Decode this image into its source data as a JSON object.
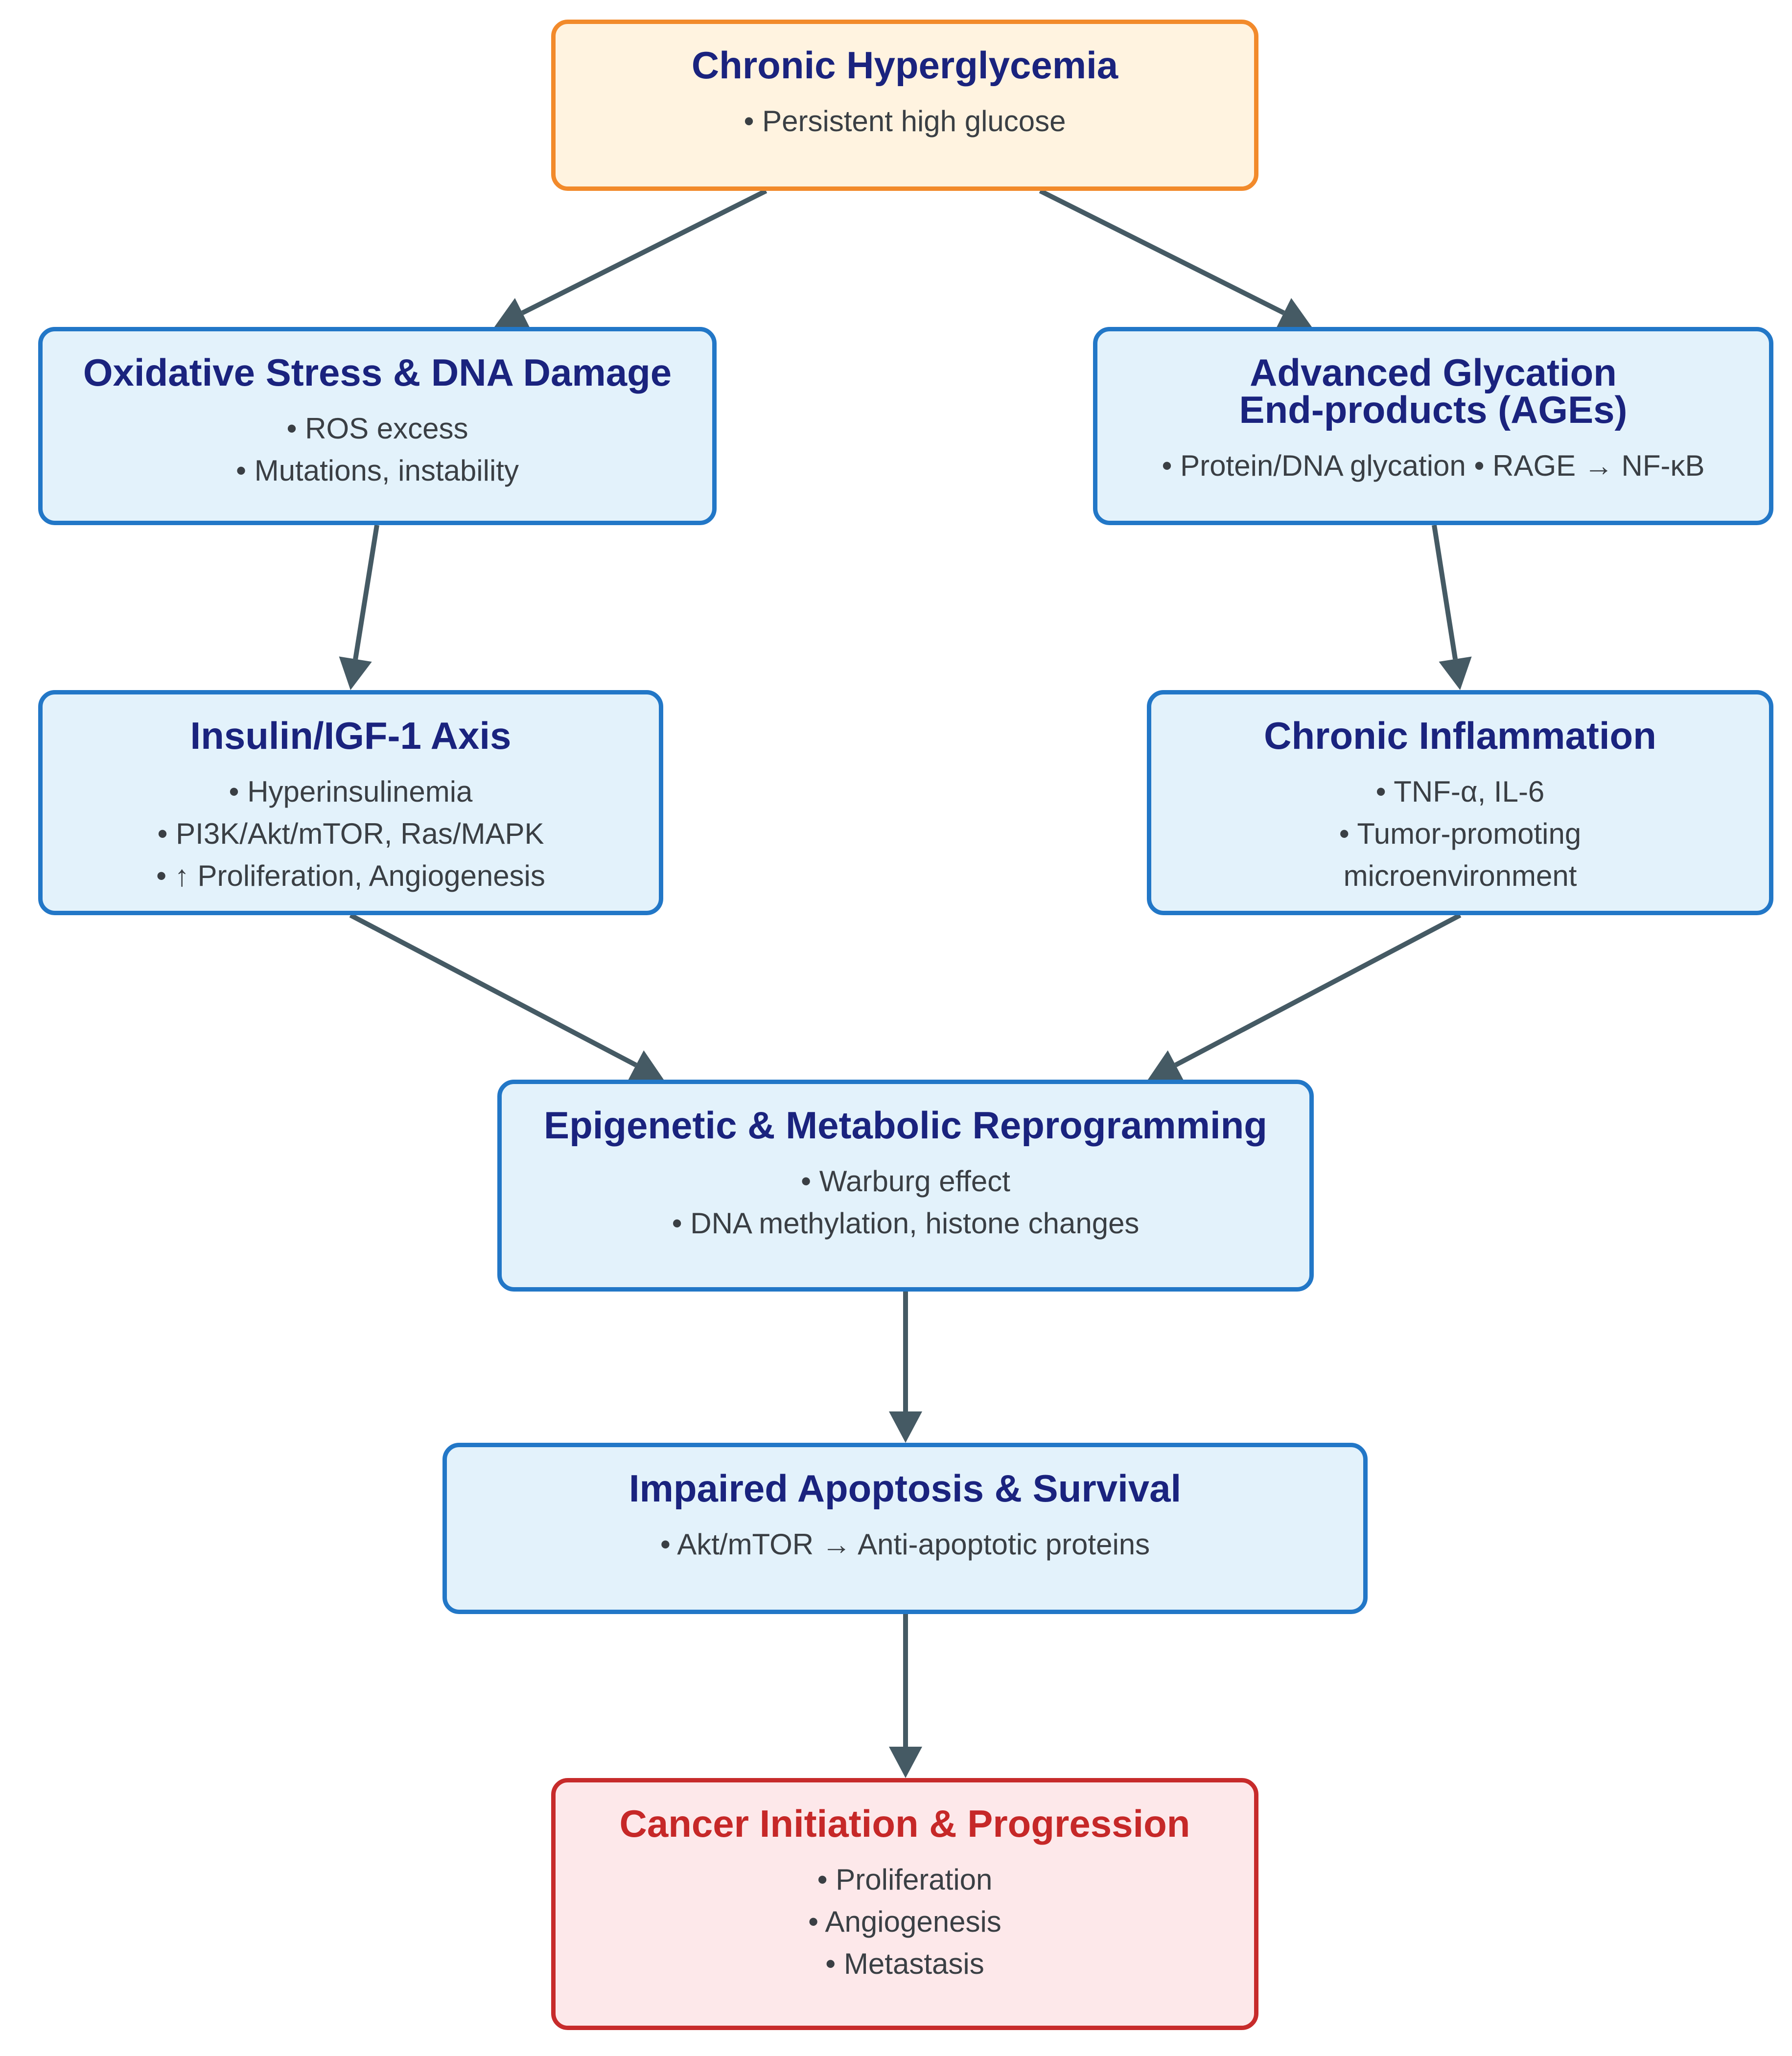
{
  "colors": {
    "arrow": "#455a64",
    "default_border": "#2277c7",
    "default_fill": "#e3f2fb",
    "start_border": "#f28a2b",
    "start_fill": "#fff3e0",
    "end_border": "#c72b2b",
    "end_fill": "#fde8ea",
    "title_text": "#1a237e",
    "end_title_text": "#c62828",
    "body_text": "#3a3f44"
  },
  "nodes": {
    "hyperglycemia": {
      "title": "Chronic Hyperglycemia",
      "items": [
        "• Persistent high glucose"
      ]
    },
    "oxidative": {
      "title": "Oxidative Stress & DNA Damage",
      "items": [
        "• ROS excess",
        "• Mutations, instability"
      ]
    },
    "ages": {
      "title": "Advanced Glycation\nEnd-products (AGEs)",
      "items": [
        "• Protein/DNA glycation • RAGE → NF-κB"
      ]
    },
    "insulin": {
      "title": "Insulin/IGF-1 Axis",
      "items": [
        "• Hyperinsulinemia",
        "• PI3K/Akt/mTOR, Ras/MAPK",
        "• ↑ Proliferation, Angiogenesis"
      ]
    },
    "inflammation": {
      "title": "Chronic Inflammation",
      "items": [
        "• TNF-α, IL-6",
        "• Tumor-promoting",
        "microenvironment"
      ]
    },
    "epigenetic": {
      "title": "Epigenetic & Metabolic Reprogramming",
      "items": [
        "• Warburg effect",
        "• DNA methylation, histone changes"
      ]
    },
    "apoptosis": {
      "title": "Impaired Apoptosis & Survival",
      "items": [
        "• Akt/mTOR → Anti-apoptotic proteins"
      ]
    },
    "cancer": {
      "title": "Cancer Initiation & Progression",
      "items": [
        "• Proliferation",
        "• Angiogenesis",
        "• Metastasis"
      ]
    }
  },
  "edges": [
    {
      "from": "hyperglycemia",
      "to": "oxidative"
    },
    {
      "from": "hyperglycemia",
      "to": "ages"
    },
    {
      "from": "oxidative",
      "to": "insulin"
    },
    {
      "from": "ages",
      "to": "inflammation"
    },
    {
      "from": "insulin",
      "to": "epigenetic"
    },
    {
      "from": "inflammation",
      "to": "epigenetic"
    },
    {
      "from": "epigenetic",
      "to": "apoptosis"
    },
    {
      "from": "apoptosis",
      "to": "cancer"
    }
  ]
}
